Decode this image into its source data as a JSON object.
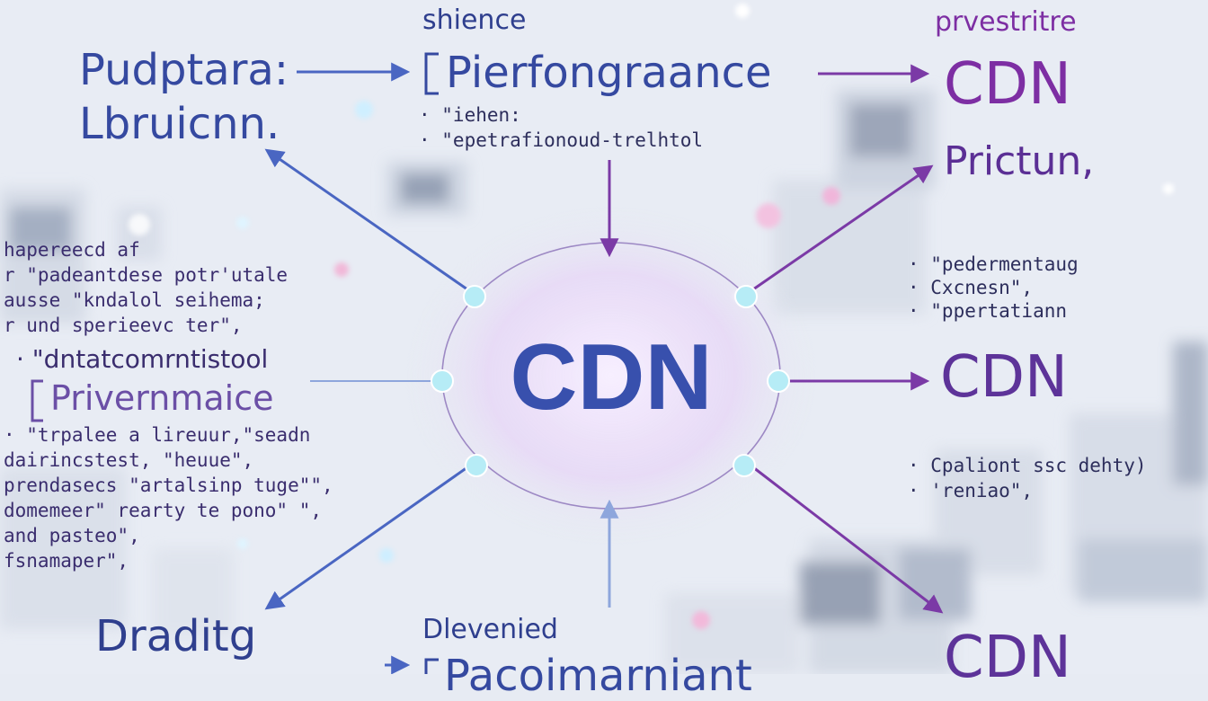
{
  "center_label": "CDN",
  "top": {
    "caption": "shience",
    "title": "Pierfongraance",
    "bullets": [
      "· \"iehen:",
      "· \"epetrafionoud-trelhtol"
    ]
  },
  "top_left": {
    "line1": "Pudptara:",
    "line2": "Lbruicnn."
  },
  "top_right": {
    "caption": "prvestritre",
    "title": "CDN"
  },
  "right_upper": {
    "title": "Prictun,",
    "bullets": [
      "· \"pedermentaug",
      "· Cxcnesn\",",
      "· \"ppertatiann"
    ]
  },
  "right_middle": {
    "title": "CDN"
  },
  "right_lower": {
    "bullets": [
      "· Cpaliont ssc dehty)",
      "· 'reniao\","
    ],
    "title_partial": "CDN"
  },
  "left_upper": {
    "lines": [
      "hapereecd af",
      "r \"padeantdese potr'utale",
      "ausse \"kndalol seihema;",
      "r und sperieevc ter\","
    ]
  },
  "left_middle": {
    "caption": "· \"dntatcomrntistool",
    "title": "Privernmaice"
  },
  "left_lower": {
    "lines": [
      "· \"trpalee a lireuur,\"seadn",
      "dairincstest, \"heuue\",",
      "prendasecs \"artalsinp tuge\"\",",
      "domemeer\" rearty te pono\" \",",
      "and pasteo\",",
      "fsnamaper\","
    ]
  },
  "bottom_left": {
    "title": "Draditg"
  },
  "bottom_center": {
    "caption": "Dlevenied",
    "title_partial": "Pacoimarniant"
  },
  "colors": {
    "blue": "#3549a0",
    "purple": "#7d2ea3",
    "center_text": "#3850ad",
    "node": "#b6ecf6",
    "arrow_blue": "#4a66c2",
    "arrow_purple": "#7b3aa6"
  }
}
